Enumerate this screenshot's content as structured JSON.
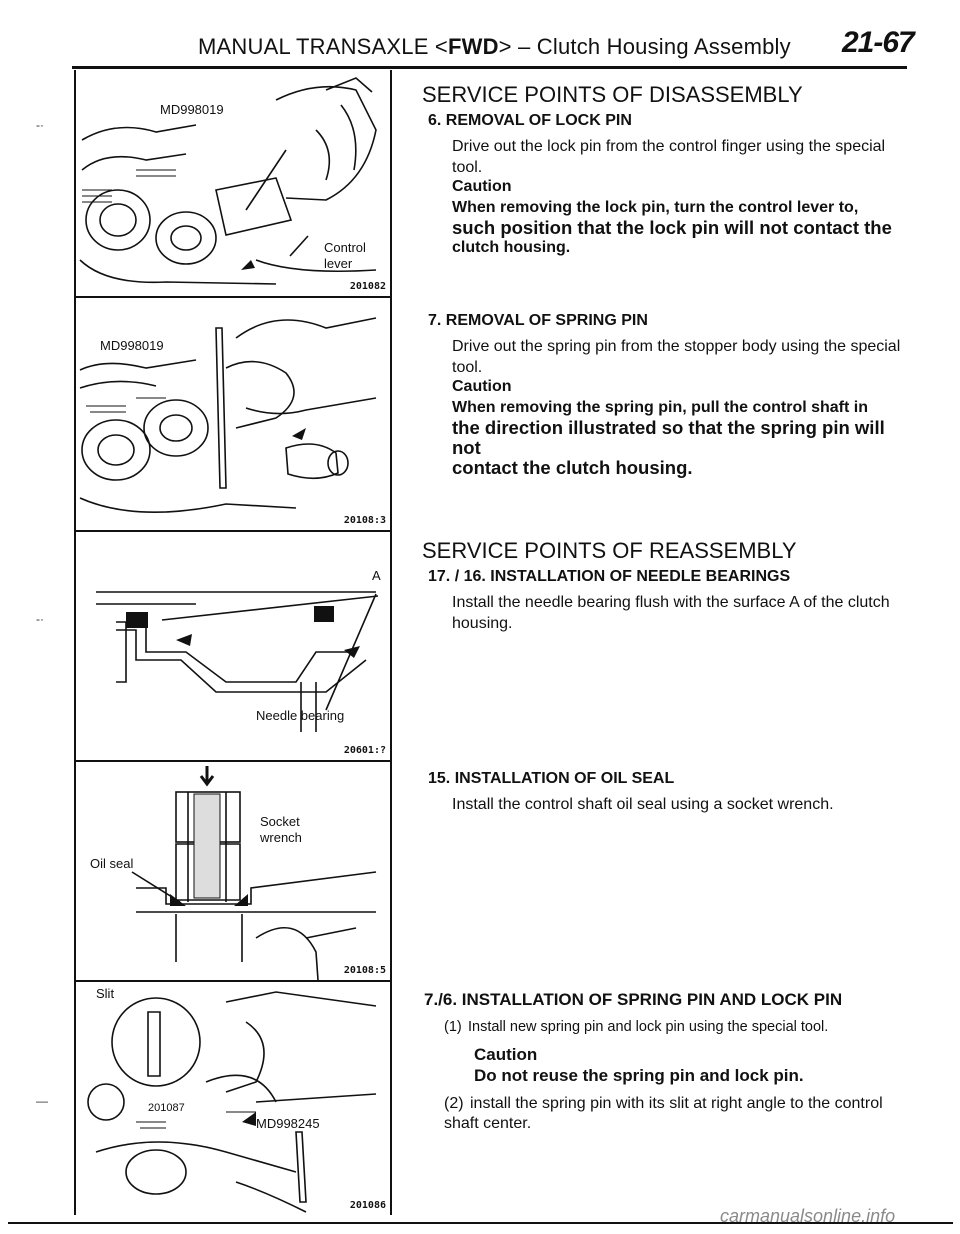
{
  "header": {
    "title_prefix": "MANUAL TRANSAXLE <",
    "title_bold": "FWD",
    "title_suffix": "> – Clutch Housing Assembly",
    "page_number": "21-67"
  },
  "figures": [
    {
      "labels": [
        "MD998019",
        "Control",
        "lever"
      ],
      "code": "201082"
    },
    {
      "labels": [
        "MD998019"
      ],
      "code": "20108:3"
    },
    {
      "labels": [
        "A",
        "Needle bearing"
      ],
      "code": "20601:?"
    },
    {
      "labels": [
        "Socket",
        "wrench",
        "Oil seal"
      ],
      "code": "20108:5"
    },
    {
      "labels": [
        "Slit",
        "201087",
        "MD998245"
      ],
      "code": "201086"
    }
  ],
  "disassembly": {
    "heading": "SERVICE POINTS OF DISASSEMBLY",
    "step6": {
      "title": "6. REMOVAL OF LOCK PIN",
      "body": "Drive out the lock pin from the control finger using the special tool.",
      "caution_label": "Caution",
      "caution_line1": "When removing the lock pin, turn the control lever to,",
      "caution_line2": "such position that the lock pin will not contact the",
      "caution_line3": "clutch housing."
    },
    "step7": {
      "title": "7. REMOVAL OF SPRING PIN",
      "body": "Drive out the spring pin from the stopper body using the special tool.",
      "caution_label": "Caution",
      "caution_line1": "When removing the spring pin, pull the control shaft in",
      "caution_line2": "the direction illustrated so that the spring pin will not",
      "caution_line3": "contact the clutch housing."
    }
  },
  "reassembly": {
    "heading": "SERVICE POINTS OF REASSEMBLY",
    "step17": {
      "title": "17. / 16. INSTALLATION OF NEEDLE BEARINGS",
      "body": "Install the needle bearing flush with the surface A of the clutch housing."
    },
    "step15": {
      "title": "15. INSTALLATION OF OIL SEAL",
      "body": "Install the control shaft oil seal using a socket wrench."
    },
    "step7_6": {
      "title": "7./6. INSTALLATION OF SPRING PIN AND LOCK PIN",
      "item1_num": "(1)",
      "item1_text": "Install new spring pin and lock pin using the special tool.",
      "caution_label": "Caution",
      "caution_text": "Do not reuse the spring pin and lock pin.",
      "item2_num": "(2)",
      "item2_text": "install the spring pin with its slit at right angle to the control shaft center."
    }
  },
  "watermark": "carmanualsonline.info"
}
